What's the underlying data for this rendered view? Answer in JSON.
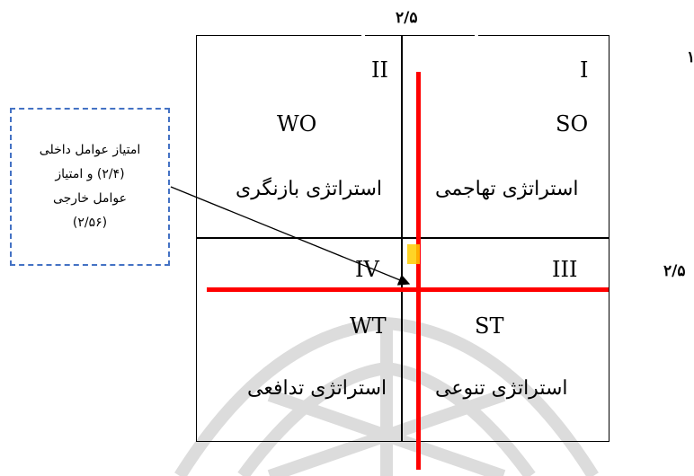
{
  "axes": {
    "top_value": "۲/۵",
    "right_value": "۲/۵",
    "right_partial": "۱"
  },
  "quadrants": {
    "q1": {
      "roman": "I",
      "code": "SO",
      "strategy": "استراتژی تهاجمی"
    },
    "q2": {
      "roman": "II",
      "code": "WO",
      "strategy": "استراتژی بازنگری"
    },
    "q3": {
      "roman": "III",
      "code": "ST",
      "strategy": "استراتژی تنوعی"
    },
    "q4": {
      "roman": "IV",
      "code": "WT",
      "strategy": "استراتژی تدافعی"
    }
  },
  "annotation": {
    "line1": "امتیاز عوامل داخلی",
    "line2": "(۲/۴) و امتیاز",
    "line3": "عوامل خارجی",
    "line4": "(۲/۵۶)"
  },
  "colors": {
    "crosshair": "#ff0000",
    "marker": "#ffcc00",
    "annotation_border": "#4472c4",
    "watermark": "#d8d8d8"
  }
}
